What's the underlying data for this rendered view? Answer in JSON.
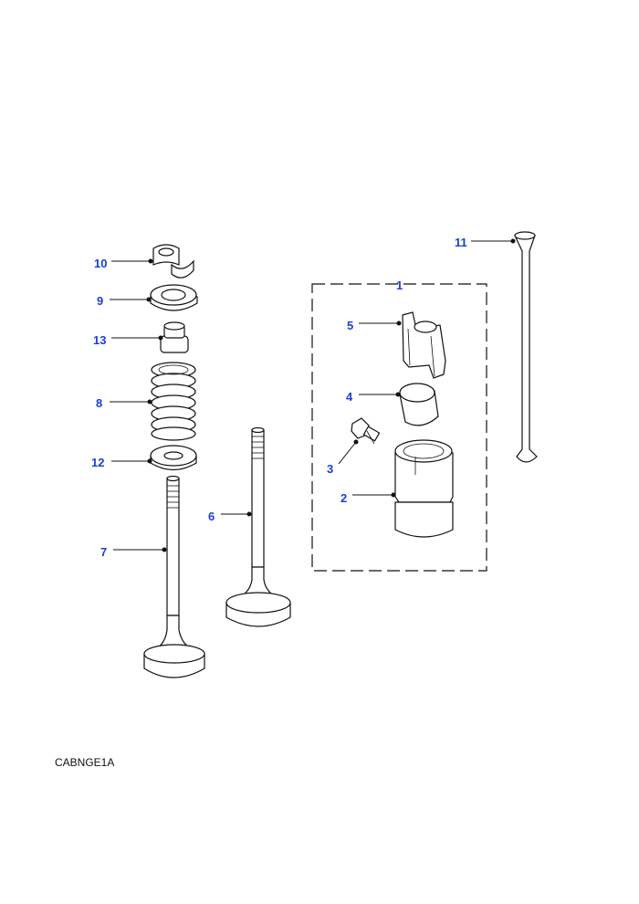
{
  "figure_code": "CABNGE1A",
  "colors": {
    "callout": "#1a3fd6",
    "line": "#111111",
    "shade": "#d9d9d9"
  },
  "callouts": [
    {
      "id": "1",
      "label": "1"
    },
    {
      "id": "2",
      "label": "2"
    },
    {
      "id": "3",
      "label": "3"
    },
    {
      "id": "4",
      "label": "4"
    },
    {
      "id": "5",
      "label": "5"
    },
    {
      "id": "6",
      "label": "6"
    },
    {
      "id": "7",
      "label": "7"
    },
    {
      "id": "8",
      "label": "8"
    },
    {
      "id": "9",
      "label": "9"
    },
    {
      "id": "10",
      "label": "10"
    },
    {
      "id": "11",
      "label": "11"
    },
    {
      "id": "12",
      "label": "12"
    },
    {
      "id": "13",
      "label": "13"
    }
  ]
}
